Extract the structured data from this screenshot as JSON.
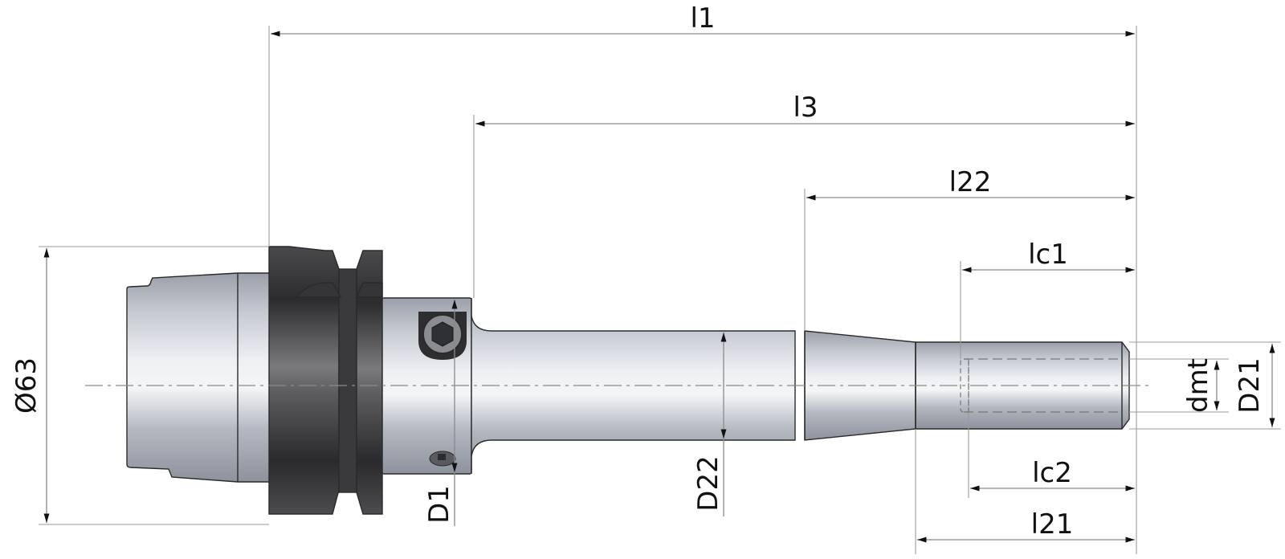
{
  "drawing": {
    "title": "Shrink-fit / HSK tool holder extension dimension drawing",
    "colors": {
      "steel_light": "#e6e8ec",
      "steel_mid": "#b9bdc6",
      "steel_dark": "#8f949e",
      "flange_dark": "#2f2f31",
      "flange_mid": "#5a5a5c",
      "dimension_line": "#8a8a8a",
      "text": "#111111"
    },
    "dimensions": {
      "l1": "l1",
      "l3": "l3",
      "l22": "l22",
      "lc1": "lc1",
      "lc2": "lc2",
      "l21": "l21",
      "d63": "Ø63",
      "D1": "D1",
      "D22": "D22",
      "D21": "D21",
      "dmt": "dmt"
    }
  }
}
